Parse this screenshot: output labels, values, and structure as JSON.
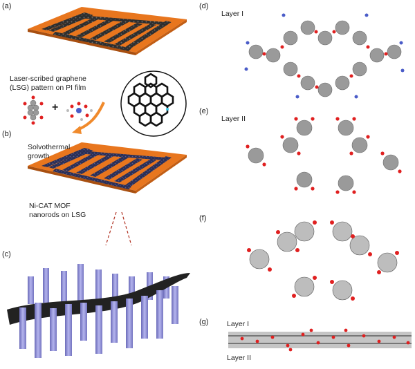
{
  "panel_labels": {
    "a": "(a)",
    "b": "(b)",
    "c": "(c)",
    "d": "(d)",
    "e": "(e)",
    "f": "(f)",
    "g": "(g)"
  },
  "captions": {
    "lsg_line1": "Laser-scribed graphene",
    "lsg_line2": "(LSG) pattern on PI film",
    "solvo_line1": "Solvothermal",
    "solvo_line2": "growth",
    "mof_line1": "Ni-CAT MOF",
    "mof_line2": "nanorods on LSG",
    "plus": "+"
  },
  "layer_labels": {
    "d": "Layer I",
    "e": "Layer II",
    "g_top": "Layer I",
    "g_bottom": "Layer II"
  },
  "colors": {
    "pi_film": "#e8761e",
    "graphene": "#3a3a3a",
    "mof": "#3b3f6e",
    "nanorod": "#8f8fd8",
    "carbon": "#8c8c8c",
    "oxygen": "#e02020",
    "nickel": "#4a5cc8"
  }
}
